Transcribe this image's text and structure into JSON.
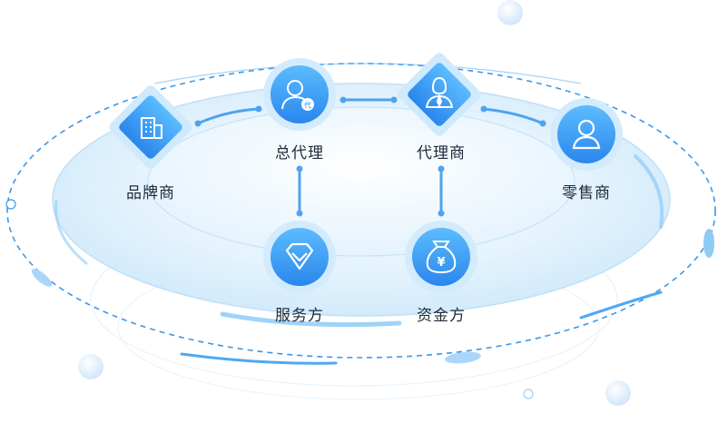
{
  "nodes": [
    {
      "id": "brand",
      "label": "品牌商",
      "icon": "building-icon",
      "shape": "diamond"
    },
    {
      "id": "general-agent",
      "label": "总代理",
      "icon": "agent-person-icon",
      "shape": "circle"
    },
    {
      "id": "agent",
      "label": "代理商",
      "icon": "person-tie-icon",
      "shape": "diamond"
    },
    {
      "id": "retailer",
      "label": "零售商",
      "icon": "person-icon",
      "shape": "circle"
    },
    {
      "id": "service",
      "label": "服务方",
      "icon": "diamond-gem-icon",
      "shape": "circle"
    },
    {
      "id": "funder",
      "label": "资金方",
      "icon": "money-bag-icon",
      "shape": "circle"
    }
  ],
  "badge_text": "代",
  "currency_symbol": "¥",
  "colors": {
    "accent": "#2e8ff0",
    "accent_light": "#5bb7ff",
    "ring": "#cfe8fb",
    "platform": "#e6f4fd",
    "dash": "#3d97e8"
  }
}
